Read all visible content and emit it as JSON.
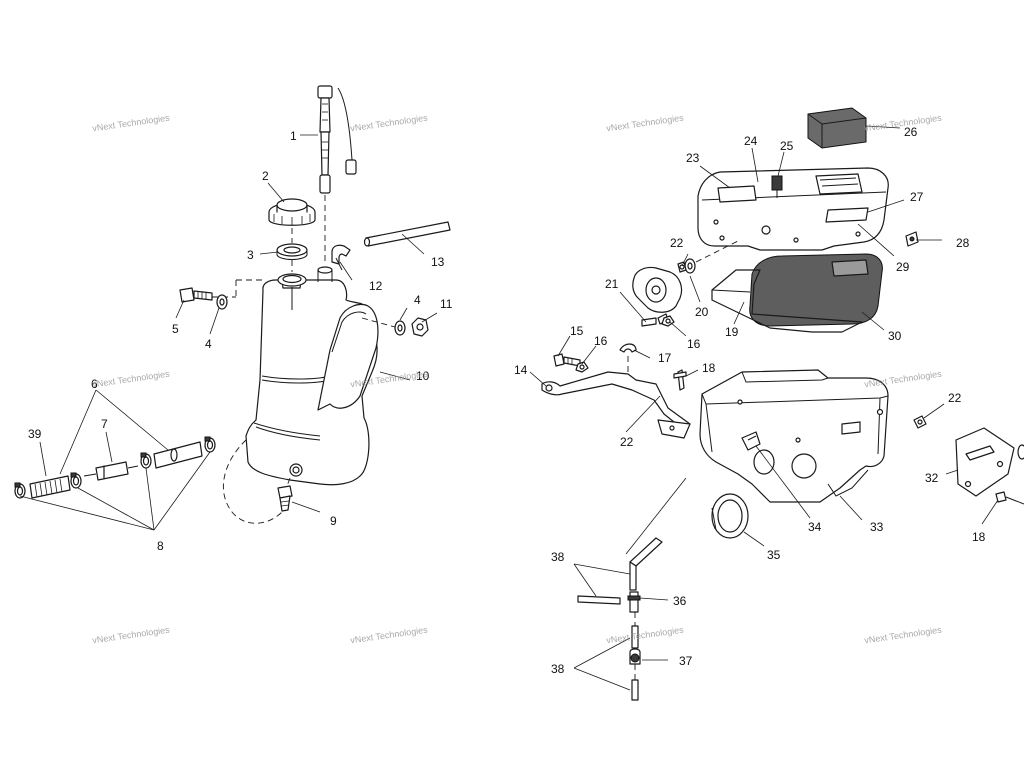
{
  "watermark": {
    "text": "vNext Technologies"
  },
  "callouts": {
    "c1": "1",
    "c2": "2",
    "c3": "3",
    "c4a": "4",
    "c4b": "4",
    "c5": "5",
    "c6": "6",
    "c7": "7",
    "c8": "8",
    "c9": "9",
    "c10": "10",
    "c11": "11",
    "c12": "12",
    "c13": "13",
    "c14": "14",
    "c15": "15",
    "c16a": "16",
    "c16b": "16",
    "c17": "17",
    "c18a": "18",
    "c18b": "18",
    "c19": "19",
    "c20": "20",
    "c21": "21",
    "c22a": "22",
    "c22b": "22",
    "c22c": "22",
    "c23": "23",
    "c24": "24",
    "c25": "25",
    "c26": "26",
    "c27": "27",
    "c28": "28",
    "c29": "29",
    "c30": "30",
    "c32": "32",
    "c33": "33",
    "c34": "34",
    "c35": "35",
    "c36": "36",
    "c37": "37",
    "c38a": "38",
    "c38b": "38",
    "c39": "39"
  }
}
